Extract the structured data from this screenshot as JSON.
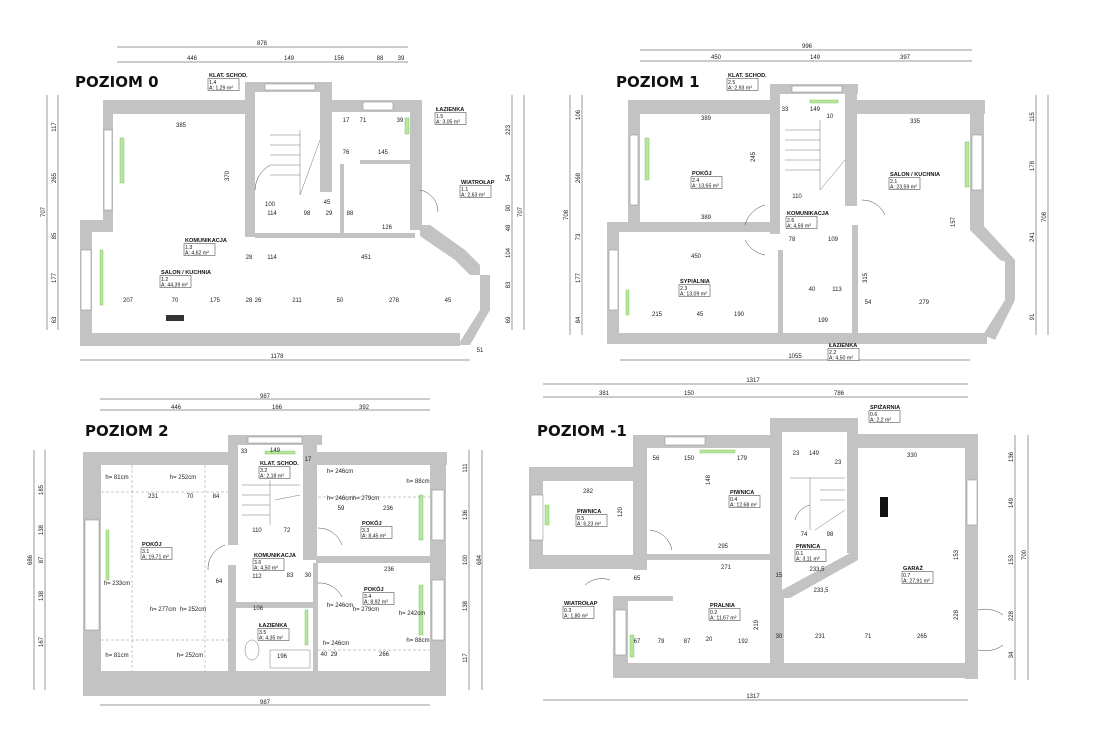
{
  "p0": {
    "title": "POZIOM 0",
    "top_total": "878",
    "top": [
      "446",
      "149",
      "156",
      "88",
      "39"
    ],
    "bottom_total": "1178",
    "left": [
      "117",
      "265",
      "85",
      "177",
      "63",
      "707"
    ],
    "right": [
      "223",
      "54",
      "90",
      "48",
      "104",
      "83",
      "69",
      "707"
    ],
    "inner": [
      "385",
      "370",
      "28",
      "114",
      "451",
      "207",
      "70",
      "175",
      "28",
      "26",
      "211",
      "50",
      "278",
      "45",
      "145",
      "126",
      "98",
      "100",
      "114",
      "29",
      "88",
      "17",
      "71",
      "39",
      "76",
      "45",
      "51"
    ],
    "rooms": [
      {
        "name": "KLAT. SCHOD.",
        "number": "1.4",
        "area": "A: 1,29 m²"
      },
      {
        "name": "ŁAZIENKA",
        "number": "1.5",
        "area": "A: 3,05 m²"
      },
      {
        "name": "WIATROŁAP",
        "number": "1.1",
        "area": "A: 2,63 m²"
      },
      {
        "name": "KOMUNIKACJA",
        "number": "1.3",
        "area": "A: 4,62 m²"
      },
      {
        "name": "SALON / KUCHNIA",
        "number": "1.2",
        "area": "A: 44,39 m²"
      }
    ]
  },
  "p1": {
    "title": "POZIOM 1",
    "top_total": "996",
    "top": [
      "450",
      "149",
      "397"
    ],
    "bottom_total": "1055",
    "left": [
      "106",
      "268",
      "73",
      "177",
      "84",
      "708"
    ],
    "right": [
      "115",
      "178",
      "241",
      "91",
      "708"
    ],
    "inner": [
      "389",
      "389",
      "335",
      "450",
      "215",
      "45",
      "190",
      "279",
      "245",
      "110",
      "149",
      "113",
      "199",
      "78",
      "109",
      "315",
      "157",
      "33",
      "10",
      "40",
      "54"
    ],
    "rooms": [
      {
        "name": "KLAT. SCHOD.",
        "number": "2.5",
        "area": "A: 2,93 m²"
      },
      {
        "name": "POKÓJ",
        "number": "2.4",
        "area": "A: 13,65 m²"
      },
      {
        "name": "SALON / KUCHNIA",
        "number": "2.1",
        "area": "A: 23,59 m²"
      },
      {
        "name": "KOMUNIKACJA",
        "number": "2.6",
        "area": "A: 4,59 m²"
      },
      {
        "name": "SYPIALNIA",
        "number": "2.3",
        "area": "A: 13,09 m²"
      },
      {
        "name": "ŁAZIENKA",
        "number": "2.2",
        "area": "A: 4,50 m²"
      }
    ]
  },
  "p2": {
    "title": "POZIOM 2",
    "top_total": "987",
    "top": [
      "446",
      "166",
      "392"
    ],
    "bottom_total": "987",
    "left": [
      "185",
      "138",
      "87",
      "138",
      "167",
      "686"
    ],
    "right": [
      "111",
      "136",
      "100",
      "138",
      "117",
      "684"
    ],
    "inner": [
      "231",
      "70",
      "84",
      "110",
      "72",
      "112",
      "83",
      "108",
      "196",
      "236",
      "236",
      "266",
      "59",
      "30",
      "149",
      "33",
      "17",
      "64",
      "40",
      "29"
    ],
    "heights": [
      "h= 81cm",
      "h= 252cm",
      "h= 246cm",
      "h= 88cm",
      "h= 246cm",
      "h= 279cm",
      "h= 233cm",
      "h= 277cm",
      "h= 252cm",
      "h= 246cm",
      "h= 279cm",
      "h= 242cm",
      "h= 88cm",
      "h= 81cm",
      "h= 252cm",
      "h= 246cm"
    ],
    "rooms": [
      {
        "name": "KLAT. SCHOD.",
        "number": "3.2",
        "area": "A: 2,18 m²"
      },
      {
        "name": "POKÓJ",
        "number": "3.1",
        "area": "A: 19,71 m²"
      },
      {
        "name": "POKÓJ",
        "number": "3.3",
        "area": "A: 8,45 m²"
      },
      {
        "name": "KOMUNIKACJA",
        "number": "3.6",
        "area": "A: 4,50 m²"
      },
      {
        "name": "POKÓJ",
        "number": "3.4",
        "area": "A: 8,92 m²"
      },
      {
        "name": "ŁAZIENKA",
        "number": "3.5",
        "area": "A: 4,35 m²"
      }
    ]
  },
  "pm1": {
    "title": "POZIOM -1",
    "top_total": "1317",
    "top": [
      "381",
      "150",
      "786"
    ],
    "bottom_total": "1317",
    "right": [
      "136",
      "149",
      "153",
      "228",
      "34",
      "700"
    ],
    "inner": [
      "282",
      "56",
      "150",
      "179",
      "295",
      "271",
      "330",
      "149",
      "23",
      "23",
      "74",
      "98",
      "233,5",
      "233,5",
      "231",
      "71",
      "265",
      "67",
      "79",
      "87",
      "20",
      "192",
      "30",
      "15",
      "65",
      "120",
      "148",
      "228",
      "153",
      "219"
    ],
    "rooms": [
      {
        "name": "SPIŻARNIA",
        "number": "0.6",
        "area": "A: 2,2 m²"
      },
      {
        "name": "PIWNICA",
        "number": "0.5",
        "area": "A: 6,23 m²"
      },
      {
        "name": "PIWNICA",
        "number": "0.4",
        "area": "A: 12,68 m²"
      },
      {
        "name": "PIWNICA",
        "number": "0.1",
        "area": "A: 3,11 m²"
      },
      {
        "name": "GARAŻ",
        "number": "0.7",
        "area": "A: 27,91 m²"
      },
      {
        "name": "PRALNIA",
        "number": "0.2",
        "area": "A: 11,67 m²"
      },
      {
        "name": "WIATROŁAP",
        "number": "0.3",
        "area": "A: 1,80 m²"
      }
    ]
  }
}
